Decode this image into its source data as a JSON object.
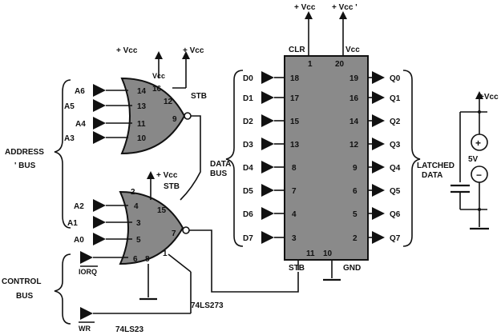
{
  "labels": {
    "vcc_gate1": "+ Vcc",
    "vcc_gate1b": "+ Vcc",
    "vcc_gate1_in": "Vcc",
    "stb1": "STB",
    "vcc_gate2": "+ Vcc",
    "stb2": "STB",
    "vcc_clr": "+ Vcc",
    "vcc_prime": "+ Vcc '",
    "clr": "CLR",
    "vcc_chip": "Vcc",
    "address_bus_1": "ADDRESS",
    "address_bus_2": "' BUS",
    "control_bus_1": "CONTROL",
    "control_bus_2": "BUS",
    "data_bus_1": "DATA",
    "data_bus_2": "BUS",
    "latched_data_1": "LATCHED",
    "latched_data_2": "DATA",
    "stb_chip": "STB",
    "gnd": "GND",
    "part_273": "74LS273",
    "part_23": "74LS23",
    "battery_vcc": "+Vcc",
    "battery_v": "5V",
    "iorq": "IORQ",
    "wr": "WR"
  },
  "gate1": {
    "inputs": [
      {
        "name": "A6",
        "pin": "14"
      },
      {
        "name": "A5",
        "pin": "13"
      },
      {
        "name": "A4",
        "pin": "11"
      },
      {
        "name": "A3",
        "pin": "10"
      }
    ],
    "pins_top": [
      "16",
      "12"
    ],
    "output_pin": "9"
  },
  "gate2": {
    "inputs": [
      {
        "name": "A2",
        "pin": "4"
      },
      {
        "name": "A1",
        "pin": "3"
      },
      {
        "name": "A0",
        "pin": "5"
      }
    ],
    "pins_misc": [
      "2",
      "15",
      "7",
      "6",
      "8",
      "1"
    ]
  },
  "chip": {
    "top_pins": [
      "1",
      "20"
    ],
    "data_in": [
      {
        "name": "D0",
        "pin": "18"
      },
      {
        "name": "D1",
        "pin": "17"
      },
      {
        "name": "D2",
        "pin": "15"
      },
      {
        "name": "D3",
        "pin": "13"
      },
      {
        "name": "D4",
        "pin": "8"
      },
      {
        "name": "D5",
        "pin": "7"
      },
      {
        "name": "D6",
        "pin": "4"
      },
      {
        "name": "D7",
        "pin": "3"
      }
    ],
    "data_out": [
      {
        "name": "Q0",
        "pin": "19"
      },
      {
        "name": "Q1",
        "pin": "16"
      },
      {
        "name": "Q2",
        "pin": "14"
      },
      {
        "name": "Q3",
        "pin": "12"
      },
      {
        "name": "Q4",
        "pin": "9"
      },
      {
        "name": "Q5",
        "pin": "6"
      },
      {
        "name": "Q6",
        "pin": "5"
      },
      {
        "name": "Q7",
        "pin": "2"
      }
    ],
    "bottom_pins": [
      "11",
      "10"
    ]
  }
}
